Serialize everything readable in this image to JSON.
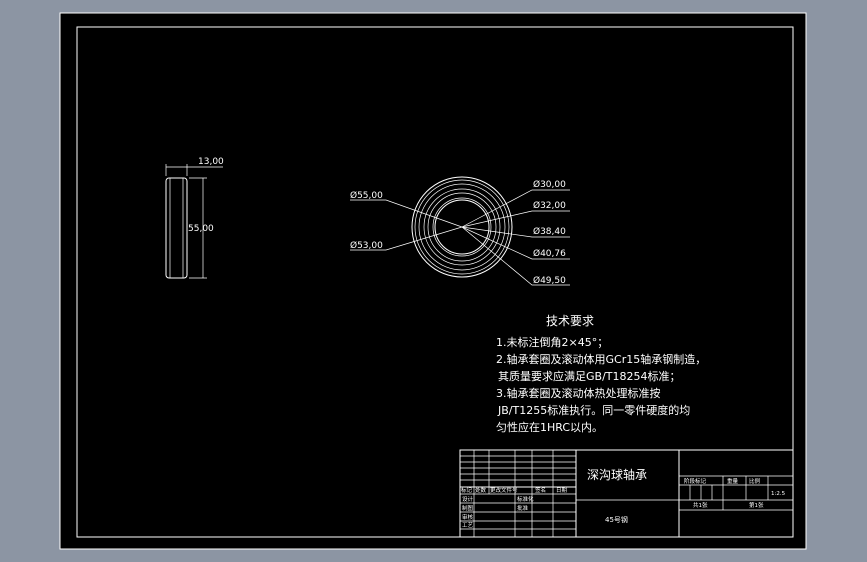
{
  "side_view": {
    "width_dim": "13,00",
    "height_dim": "55,00"
  },
  "front_view": {
    "dims_left": [
      "Ø55,00",
      "Ø53,00"
    ],
    "dims_right": [
      "Ø30,00",
      "Ø32,00",
      "Ø38,40",
      "Ø40,76",
      "Ø49,50"
    ]
  },
  "tech_requirements": {
    "heading": "技术要求",
    "lines": [
      "1.未标注倒角2×45°；",
      "2.轴承套圈及滚动体用GCr15轴承钢制造，",
      "其质量要求应满足GB/T18254标准；",
      "3.轴承套圈及滚动体热处理标准按",
      "JB/T1255标准执行。同一零件硬度的均",
      "匀性应在1HRC以内。"
    ]
  },
  "title_block": {
    "part_name": "深沟球轴承",
    "material": "45号钢",
    "header_cells": [
      "标记",
      "处数",
      "更改文件号",
      "签名",
      "日期"
    ],
    "row_labels": [
      "设计",
      "制图",
      "审核",
      "工艺"
    ],
    "standardize_label": "标准化",
    "approve_label": "批准",
    "stage_label": "阶段标记",
    "weight_label": "重量",
    "scale_label": "比例",
    "scale_value": "1:2.5",
    "sheet_total": "共1张",
    "sheet_no": "第1张"
  }
}
